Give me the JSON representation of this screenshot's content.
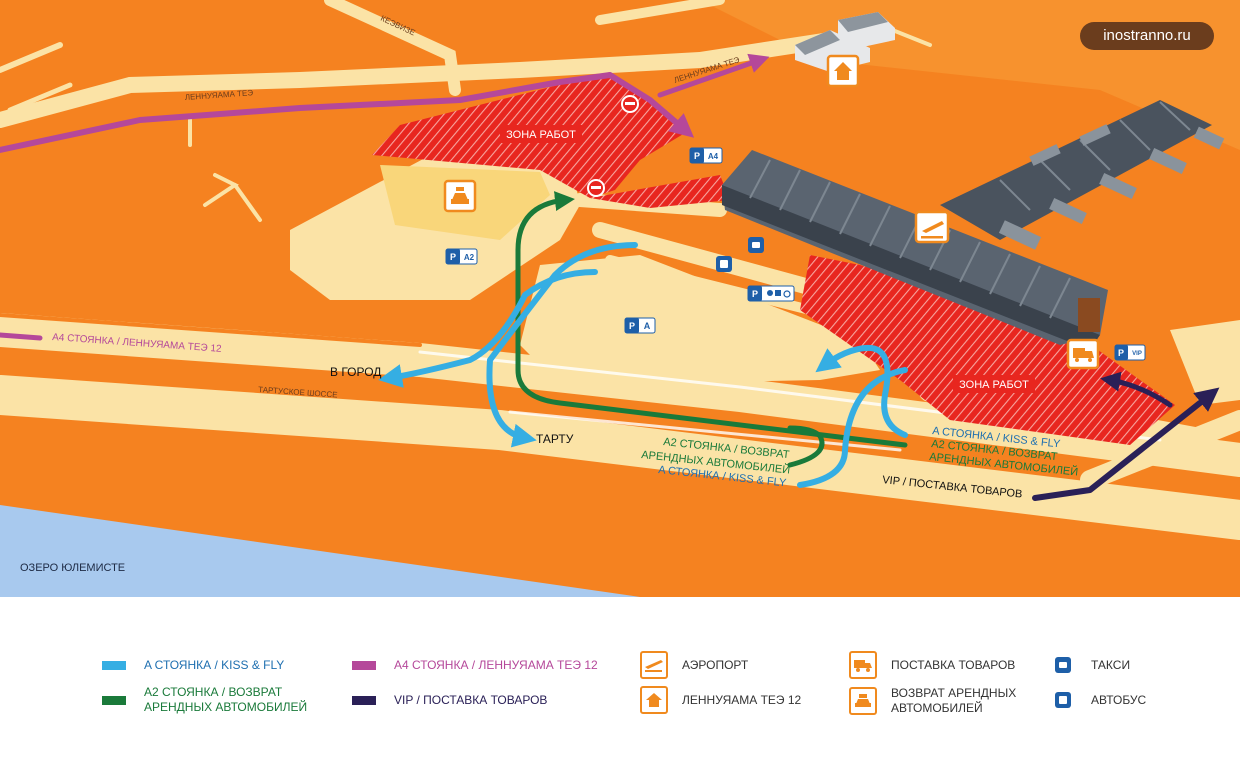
{
  "brand": "inostranno.ru",
  "colors": {
    "a_route": "#35aee3",
    "a2_route": "#1a7a3a",
    "a4_route": "#b5489a",
    "vip_route": "#2a2057",
    "work_zone": "#e8261f",
    "terrain": "#f58220",
    "road": "#fbe3a6",
    "lake": "#a8c9ee",
    "icon_accent": "#f08a1e",
    "parking_blue": "#1e5fa8"
  },
  "map": {
    "streets": {
      "kevise": "КЕЭВИЗЕ",
      "lennujaama_top": "ЛЕННУЯАМА ТЕЭ",
      "lennujaama_right": "ЛЕННУЯАМА ТЕЭ",
      "tartu_shosse": "ТАРТУСКОЕ ШОССЕ",
      "lake": "ОЗЕРО ЮЛЕМИСТЕ"
    },
    "work_zones": [
      "ЗОНА РАБОТ",
      "ЗОНА РАБОТ"
    ],
    "route_labels": {
      "a4_long": "A4 СТОЯНКА / ЛЕННУЯАМА ТЕЭ 12",
      "to_city": "В ГОРОД",
      "tartu": "ТАРТУ",
      "a2_left_1": "A2 СТОЯНКА / ВОЗВРАТ",
      "a2_left_2": "АРЕНДНЫХ АВТОМОБИЛЕЙ",
      "a_left": "A СТОЯНКА / KISS & FLY",
      "a_right": "A СТОЯНКА / KISS & FLY",
      "a2_right_1": "A2 СТОЯНКА / ВОЗВРАТ",
      "a2_right_2": "АРЕНДНЫХ АВТОМОБИЛЕЙ",
      "vip": "VIP / ПОСТАВКА ТОВАРОВ"
    },
    "parking": {
      "a4": "A4",
      "a2": "A2",
      "a": "A",
      "vip": "VIP",
      "p": "P"
    }
  },
  "legend": {
    "a_route": "A СТОЯНКА / KISS & FLY",
    "a4_route": "A4 СТОЯНКА / ЛЕННУЯАМА ТЕЭ 12",
    "a2_route_1": "A2 СТОЯНКА / ВОЗВРАТ",
    "a2_route_2": "АРЕНДНЫХ АВТОМОБИЛЕЙ",
    "vip_route": "VIP / ПОСТАВКА ТОВАРОВ",
    "airport": "АЭРОПОРТ",
    "lennujaama": "ЛЕННУЯАМА ТЕЭ 12",
    "delivery": "ПОСТАВКА ТОВАРОВ",
    "rental_1": "ВОЗВРАТ АРЕНДНЫХ",
    "rental_2": "АВТОМОБИЛЕЙ",
    "taxi": "ТАКСИ",
    "bus": "АВТОБУС"
  }
}
